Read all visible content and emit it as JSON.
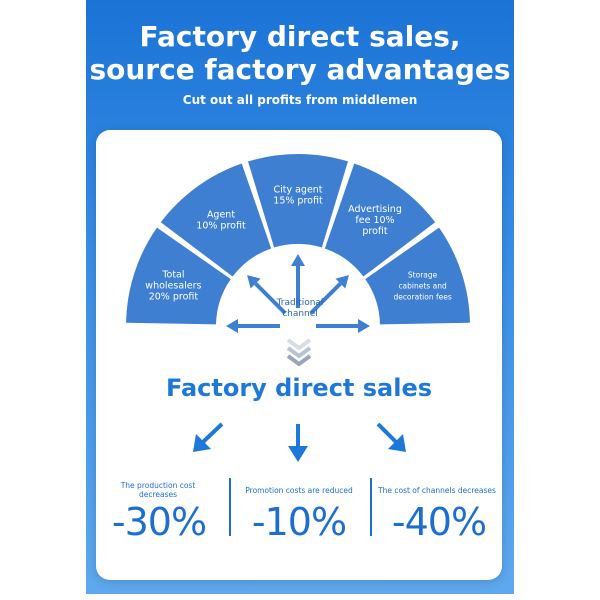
{
  "header": {
    "title_line1": "Factory direct sales,",
    "title_line2": "source factory advantages",
    "subtitle": "Cut out all profits from middlemen"
  },
  "fan": {
    "segments": [
      [
        "Total",
        "wholesalers",
        "20% profit"
      ],
      [
        "Agent",
        "10% profit"
      ],
      [
        "City agent",
        "15% profit"
      ],
      [
        "Advertising",
        "fee 10%",
        "profit"
      ],
      [
        "Storage",
        "cabinets and",
        "decoration fees"
      ]
    ],
    "center_label": [
      "Traditional",
      "channel"
    ]
  },
  "main": {
    "title": "Factory direct sales",
    "stats": [
      {
        "label": [
          "The production cost",
          "decreases"
        ],
        "value": "-30%"
      },
      {
        "label": [
          "Promotion costs are reduced"
        ],
        "value": "-10%"
      },
      {
        "label": [
          "The cost of channels decreases"
        ],
        "value": "-40%"
      }
    ]
  },
  "colors": {
    "primary": "#1e78d8",
    "segment": "#3f7fd2",
    "panel_top": "#1b73d6"
  }
}
